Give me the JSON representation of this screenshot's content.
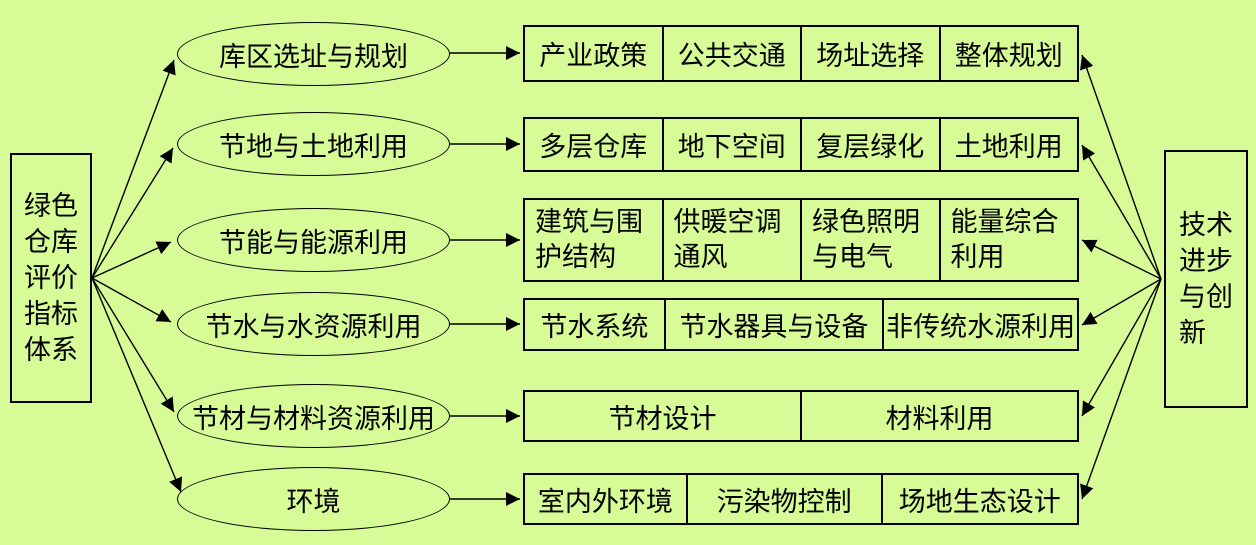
{
  "colors": {
    "background": "#d6fb97",
    "line": "#000000"
  },
  "left_box": {
    "text": "绿色\n仓库\n评价\n指标\n体系"
  },
  "right_box": {
    "text": "技术\n进步\n与创\n新"
  },
  "branches": [
    {
      "label": "库区选址与规划",
      "items": [
        "产业政策",
        "公共交通",
        "场址选择",
        "整体规划"
      ]
    },
    {
      "label": "节地与土地利用",
      "items": [
        "多层仓库",
        "地下空间",
        "复层绿化",
        "土地利用"
      ]
    },
    {
      "label": "节能与能源利用",
      "items": [
        "建筑与围\n护结构",
        "供暖空调\n通风",
        "绿色照明\n与电气",
        "能量综合\n利用"
      ]
    },
    {
      "label": "节水与水资源利用",
      "items": [
        "节水系统",
        "节水器具与设备",
        "非传统水源利用"
      ]
    },
    {
      "label": "节材与材料资源利用",
      "items": [
        "节材设计",
        "材料利用"
      ]
    },
    {
      "label": "环境",
      "items": [
        "室内外环境",
        "污染物控制",
        "场地生态设计"
      ]
    }
  ]
}
